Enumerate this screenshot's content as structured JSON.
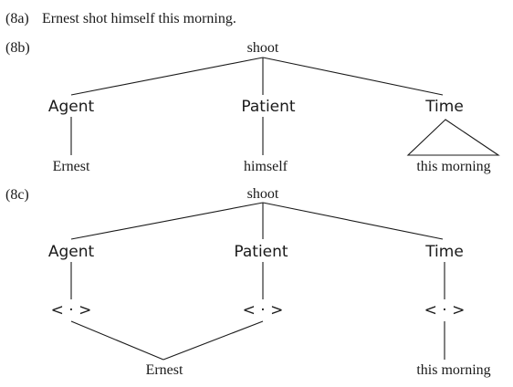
{
  "sentence": {
    "label": "(8a)",
    "text": "Ernest shot himself this morning."
  },
  "tree_b": {
    "label": "(8b)",
    "root": "shoot",
    "roles": [
      {
        "name": "Agent",
        "filler": "Ernest"
      },
      {
        "name": "Patient",
        "filler": "himself"
      },
      {
        "name": "Time",
        "filler": "this morning"
      }
    ]
  },
  "tree_c": {
    "label": "(8c)",
    "root": "shoot",
    "roles": [
      {
        "name": "Agent",
        "slot": "< · >"
      },
      {
        "name": "Patient",
        "slot": "< · >"
      },
      {
        "name": "Time",
        "slot": "< · >"
      }
    ],
    "shared_filler": "Ernest",
    "time_filler": "this morning"
  }
}
